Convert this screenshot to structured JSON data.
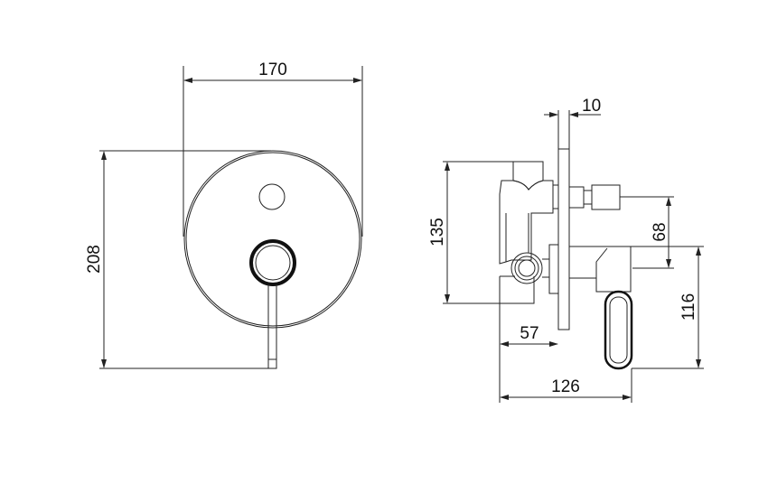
{
  "front_view": {
    "width_dimension": "170",
    "height_dimension": "208"
  },
  "side_view": {
    "plate_thickness_dimension": "10",
    "body_height_dimension": "135",
    "outlet_offset_dimension": "68",
    "handle_height_dimension": "116",
    "wall_depth_dimension": "57",
    "total_depth_dimension": "126"
  },
  "colors": {
    "line": "#222222",
    "background": "#ffffff"
  }
}
